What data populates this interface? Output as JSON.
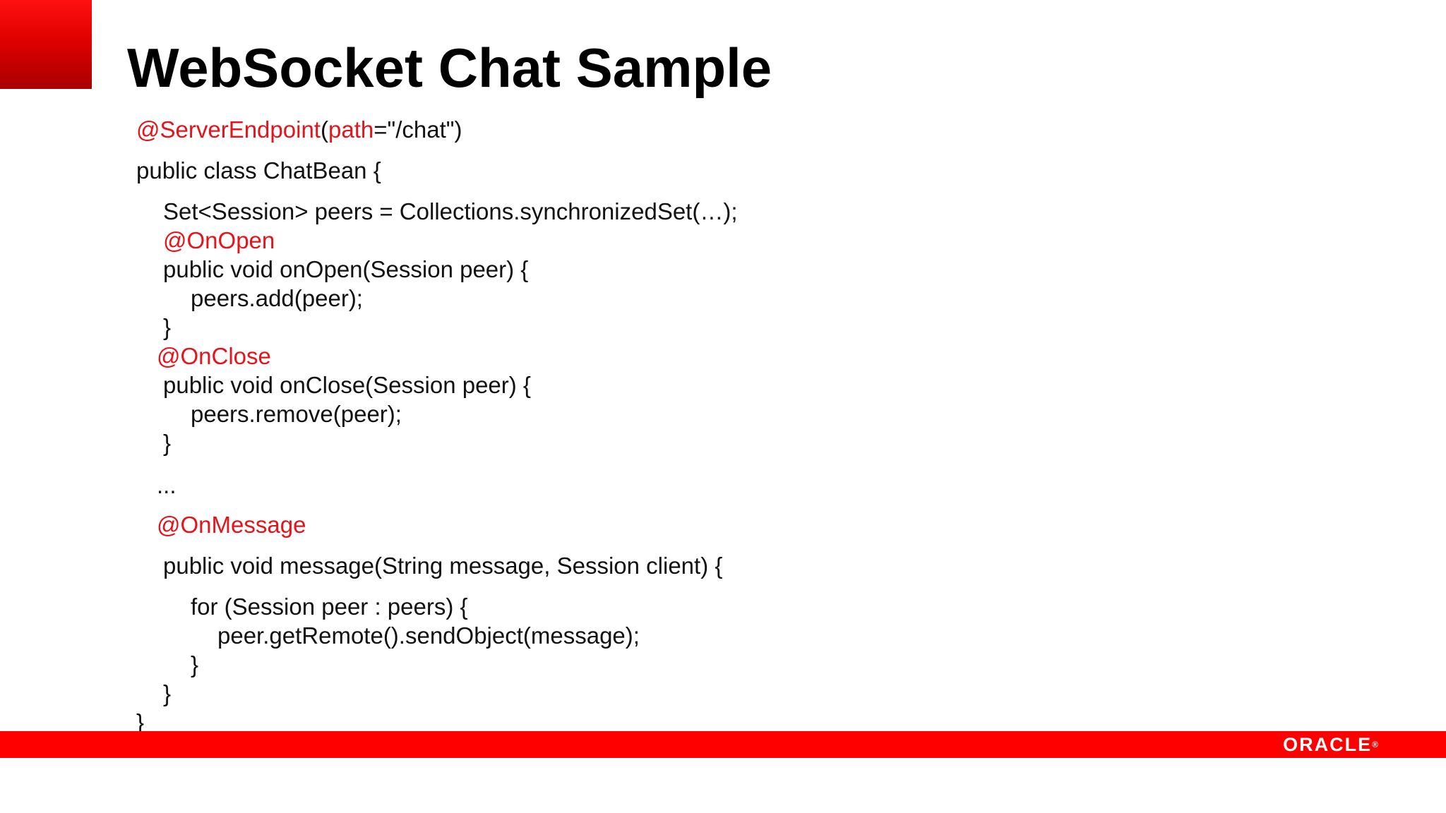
{
  "slide": {
    "title": "WebSocket Chat Sample",
    "accent_color": "#e4141b",
    "bar_color": "#ff0000",
    "logo_text": "ORACLE",
    "logo_mark": "®"
  },
  "code": {
    "l1_annotation": "@ServerEndpoint",
    "l1_paren_open": "(",
    "l1_param": "path",
    "l1_rest": "=\"/chat\")",
    "l2": "public class ChatBean {",
    "l3": "Set<Session> peers = Collections.synchronizedSet(…);",
    "l4": "@OnOpen",
    "l5": "public void onOpen(Session peer) {",
    "l6": "peers.add(peer);",
    "l7": "}",
    "l8": "@OnClose",
    "l9": "public void onClose(Session peer) {",
    "l10": "peers.remove(peer);",
    "l11": "}",
    "l12": "...",
    "l13": "@OnMessage",
    "l14": "public void message(String message, Session client) {",
    "l15": "for (Session peer : peers) {",
    "l16": "peer.getRemote().sendObject(message);",
    "l17": "}",
    "l18": "}",
    "l19": "}"
  }
}
